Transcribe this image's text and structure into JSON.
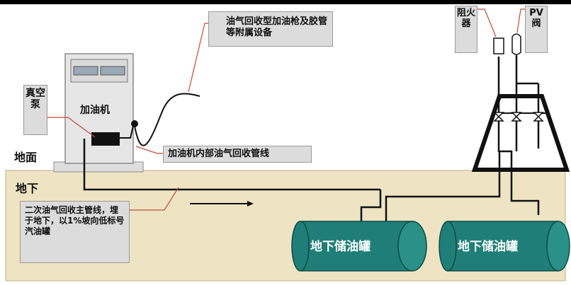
{
  "labels": {
    "ground": "地面",
    "underground": "地下",
    "dispenser": "加油机",
    "vacuum_pump": "真空泵",
    "nozzle_callout": "油气回收型加油枪及胶管等附属设备",
    "internal_pipe_callout": "加油机内部油气回收管线",
    "main_pipe_callout": "二次油气回收主管线，埋于地下，以1%坡向低标号汽油罐",
    "flame_arrester": "阻火器",
    "pv_valve": "PV阀",
    "tank_1": "地下储油罐",
    "tank_2": "地下储油罐"
  },
  "colors": {
    "ground_fill": "#eee4c4",
    "tank_fill": "#1f7f78",
    "callout_line": "#c44a3a",
    "pipe": "#111111"
  }
}
